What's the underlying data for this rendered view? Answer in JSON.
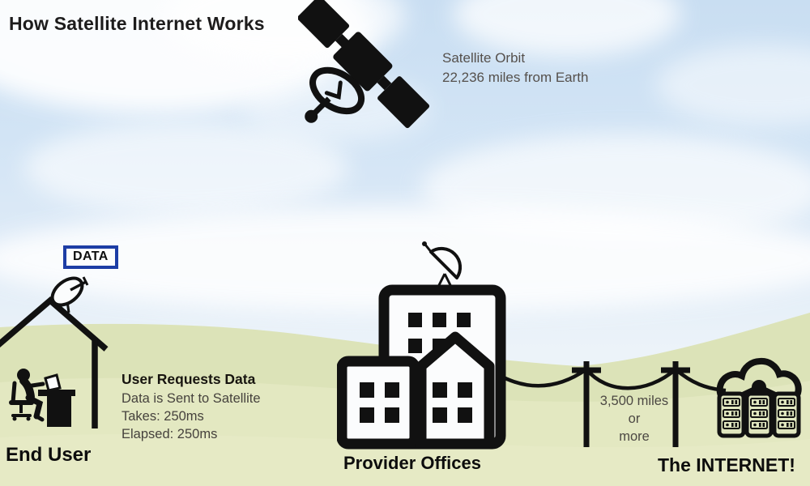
{
  "title": "How Satellite Internet Works",
  "satellite": {
    "caption_lines": [
      "Satellite Orbit",
      "22,236 miles from Earth"
    ]
  },
  "end_user": {
    "data_badge": "DATA",
    "label": "End User",
    "info_title": "User Requests Data",
    "info_lines": [
      "Data is Sent to Satellite",
      "Takes: 250ms",
      "Elapsed: 250ms"
    ]
  },
  "provider": {
    "label": "Provider Offices"
  },
  "distance": {
    "lines": [
      "3,500 miles",
      "or",
      "more"
    ]
  },
  "internet": {
    "label": "The INTERNET!"
  },
  "colors": {
    "icon_black": "#111111",
    "caption_gray": "#55504c",
    "badge_border_blue": "#1d3da5",
    "sky_blue": "#c9def2",
    "grass_green": "#dce3b8",
    "cloud_white": "#ffffff"
  }
}
